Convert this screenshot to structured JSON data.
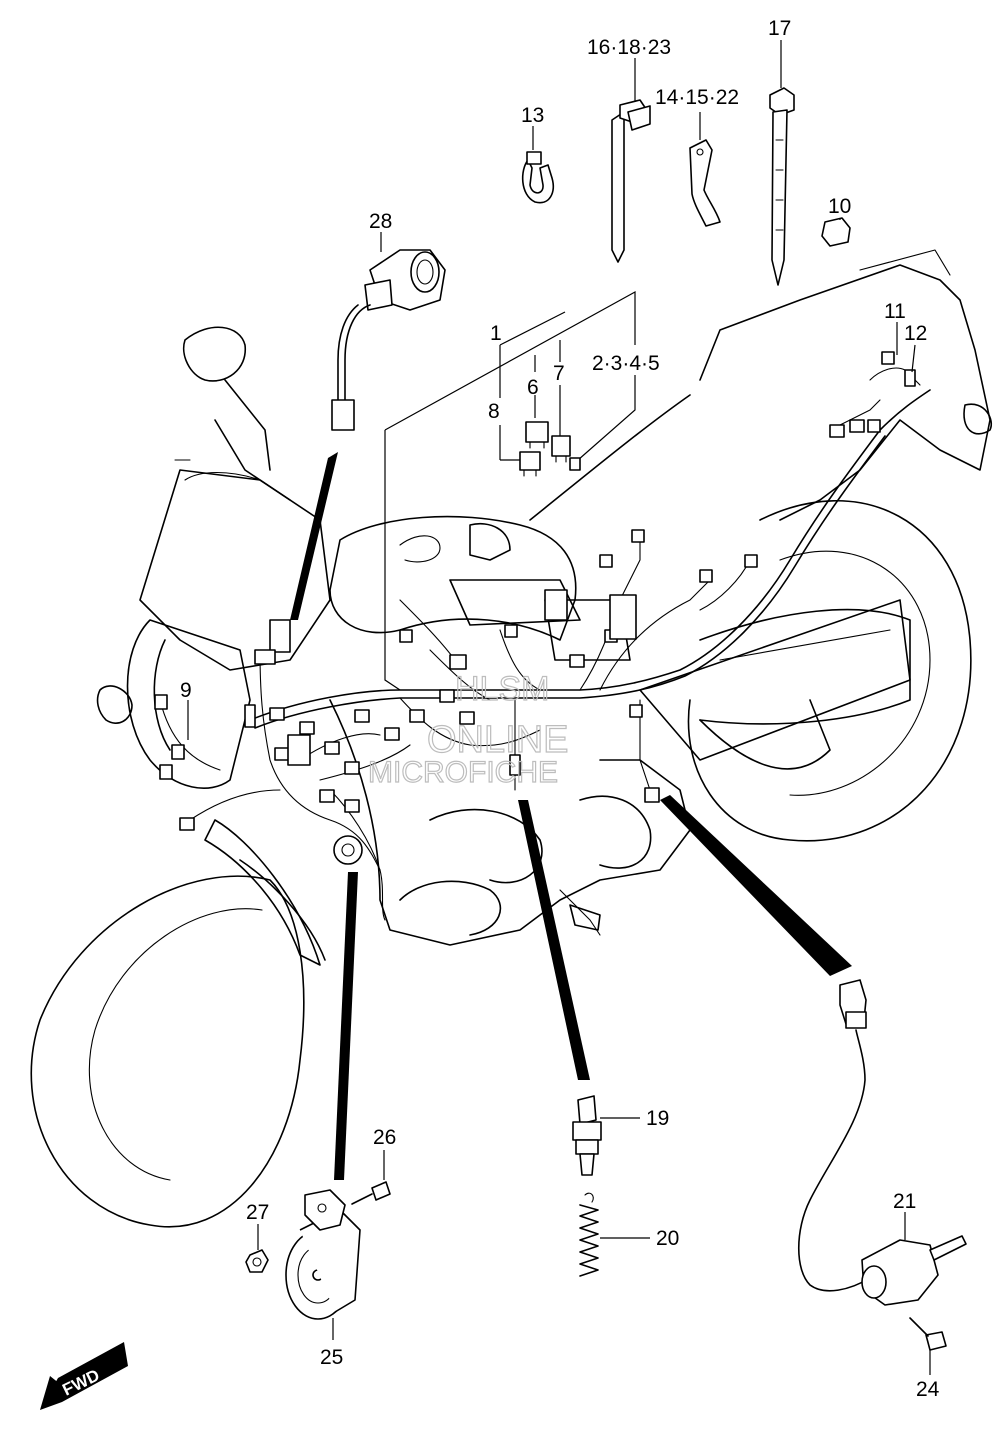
{
  "callouts": [
    {
      "id": "c1",
      "text": "1"
    },
    {
      "id": "c2345",
      "text": "2·3·4·5"
    },
    {
      "id": "c6",
      "text": "6"
    },
    {
      "id": "c7",
      "text": "7"
    },
    {
      "id": "c8",
      "text": "8"
    },
    {
      "id": "c9",
      "text": "9"
    },
    {
      "id": "c10",
      "text": "10"
    },
    {
      "id": "c11",
      "text": "11"
    },
    {
      "id": "c12",
      "text": "12"
    },
    {
      "id": "c13",
      "text": "13"
    },
    {
      "id": "c141522",
      "text": "14·15·22"
    },
    {
      "id": "c161823",
      "text": "16·18·23"
    },
    {
      "id": "c17",
      "text": "17"
    },
    {
      "id": "c19",
      "text": "19"
    },
    {
      "id": "c20",
      "text": "20"
    },
    {
      "id": "c21",
      "text": "21"
    },
    {
      "id": "c24",
      "text": "24"
    },
    {
      "id": "c25",
      "text": "25"
    },
    {
      "id": "c26",
      "text": "26"
    },
    {
      "id": "c27",
      "text": "27"
    },
    {
      "id": "c28",
      "text": "28"
    }
  ],
  "watermark": {
    "line1": "HLSM",
    "line2": "ONLINE",
    "line3": "MICROFICHE"
  },
  "direction_badge": {
    "label": "FWD"
  }
}
